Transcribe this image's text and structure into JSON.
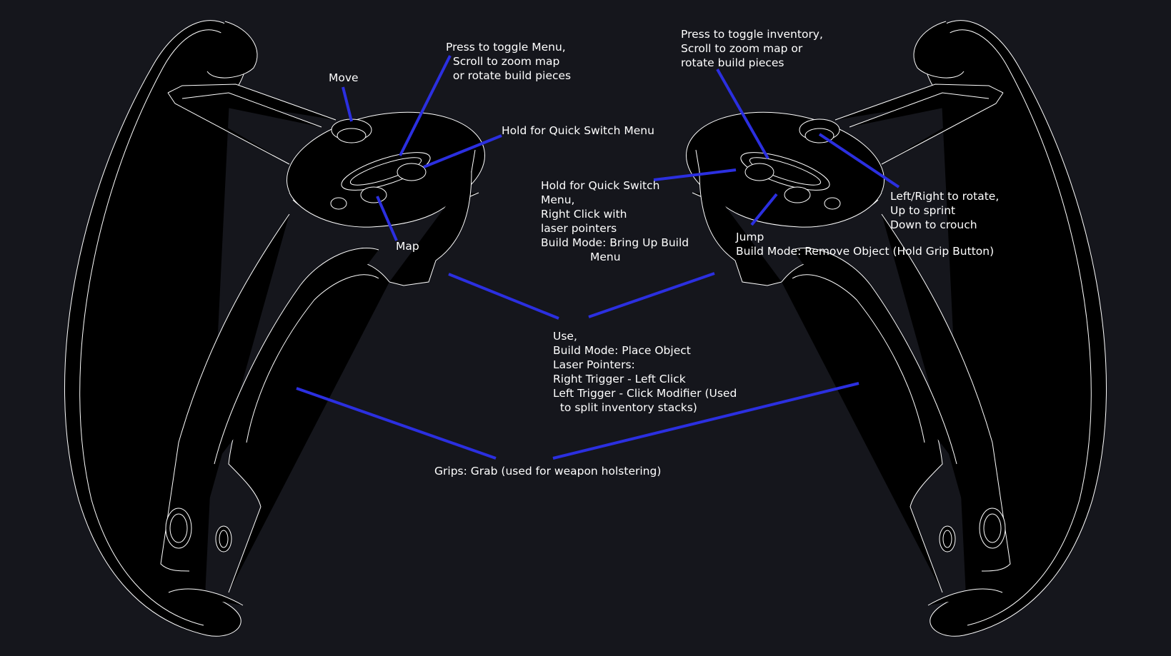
{
  "colors": {
    "background": "#15161c",
    "outline": "#ffffff",
    "leader_line": "#2b2fe0",
    "label_text": "#ffffff"
  },
  "labels": {
    "move": "Move",
    "press_toggle_menu": "Press to toggle Menu,\n  Scroll to zoom map\n  or rotate build pieces",
    "hold_quick_switch_left": "Hold for Quick Switch Menu",
    "map": "Map",
    "press_toggle_inventory": "Press to toggle inventory,\nScroll to zoom map or\nrotate build pieces",
    "hold_quick_switch_right": "Hold for Quick Switch\nMenu,\nRight Click with\nlaser pointers\nBuild Mode: Bring Up Build\n              Menu",
    "left_right_rotate": "Left/Right to rotate,\nUp to sprint\nDown to crouch",
    "jump": "Jump\nBuild Mode: Remove Object (Hold Grip Button)",
    "use_trigger": "Use,\nBuild Mode: Place Object\nLaser Pointers:\nRight Trigger - Left Click\nLeft Trigger - Click Modifier (Used\n  to split inventory stacks)",
    "grips": "Grips: Grab (used for weapon holstering)"
  },
  "icons": {
    "left_controller": "vr-controller-left-icon",
    "right_controller": "vr-controller-right-icon"
  }
}
